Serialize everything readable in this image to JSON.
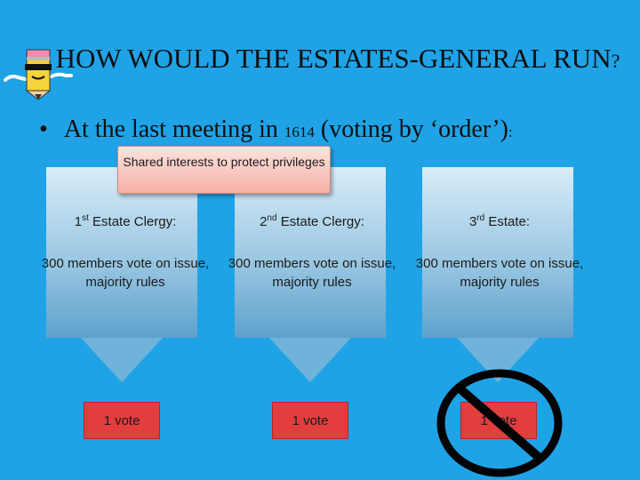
{
  "slide": {
    "title_main": "HOW WOULD THE ESTATES-GENERAL RUN",
    "title_q": "?",
    "bullet": "•",
    "line_part1": "At the last meeting in ",
    "line_year": "1614",
    "line_part2": " (voting by ‘order’)",
    "line_colon": ":",
    "note": "Shared interests to protect privileges"
  },
  "estates": [
    {
      "ordinal": "1",
      "suffix": "st",
      "name": " Estate Clergy:",
      "rule": "300 members vote on issue, majority rules",
      "vote": "1 vote"
    },
    {
      "ordinal": "2",
      "suffix": "nd",
      "name": " Estate Clergy:",
      "rule": "300 members vote on issue, majority rules",
      "vote": "1 vote"
    },
    {
      "ordinal": "3",
      "suffix": "rd",
      "name": " Estate:",
      "rule": "300 members vote on issue, majority rules",
      "vote": "1 vote"
    }
  ],
  "colors": {
    "background": "#1fa3e6",
    "vote_box": "#e23e3e",
    "note": "#f6b0a6",
    "ban_symbol": "#000000"
  },
  "icons": [
    "pencil-mascot-icon",
    "prohibition-icon"
  ]
}
